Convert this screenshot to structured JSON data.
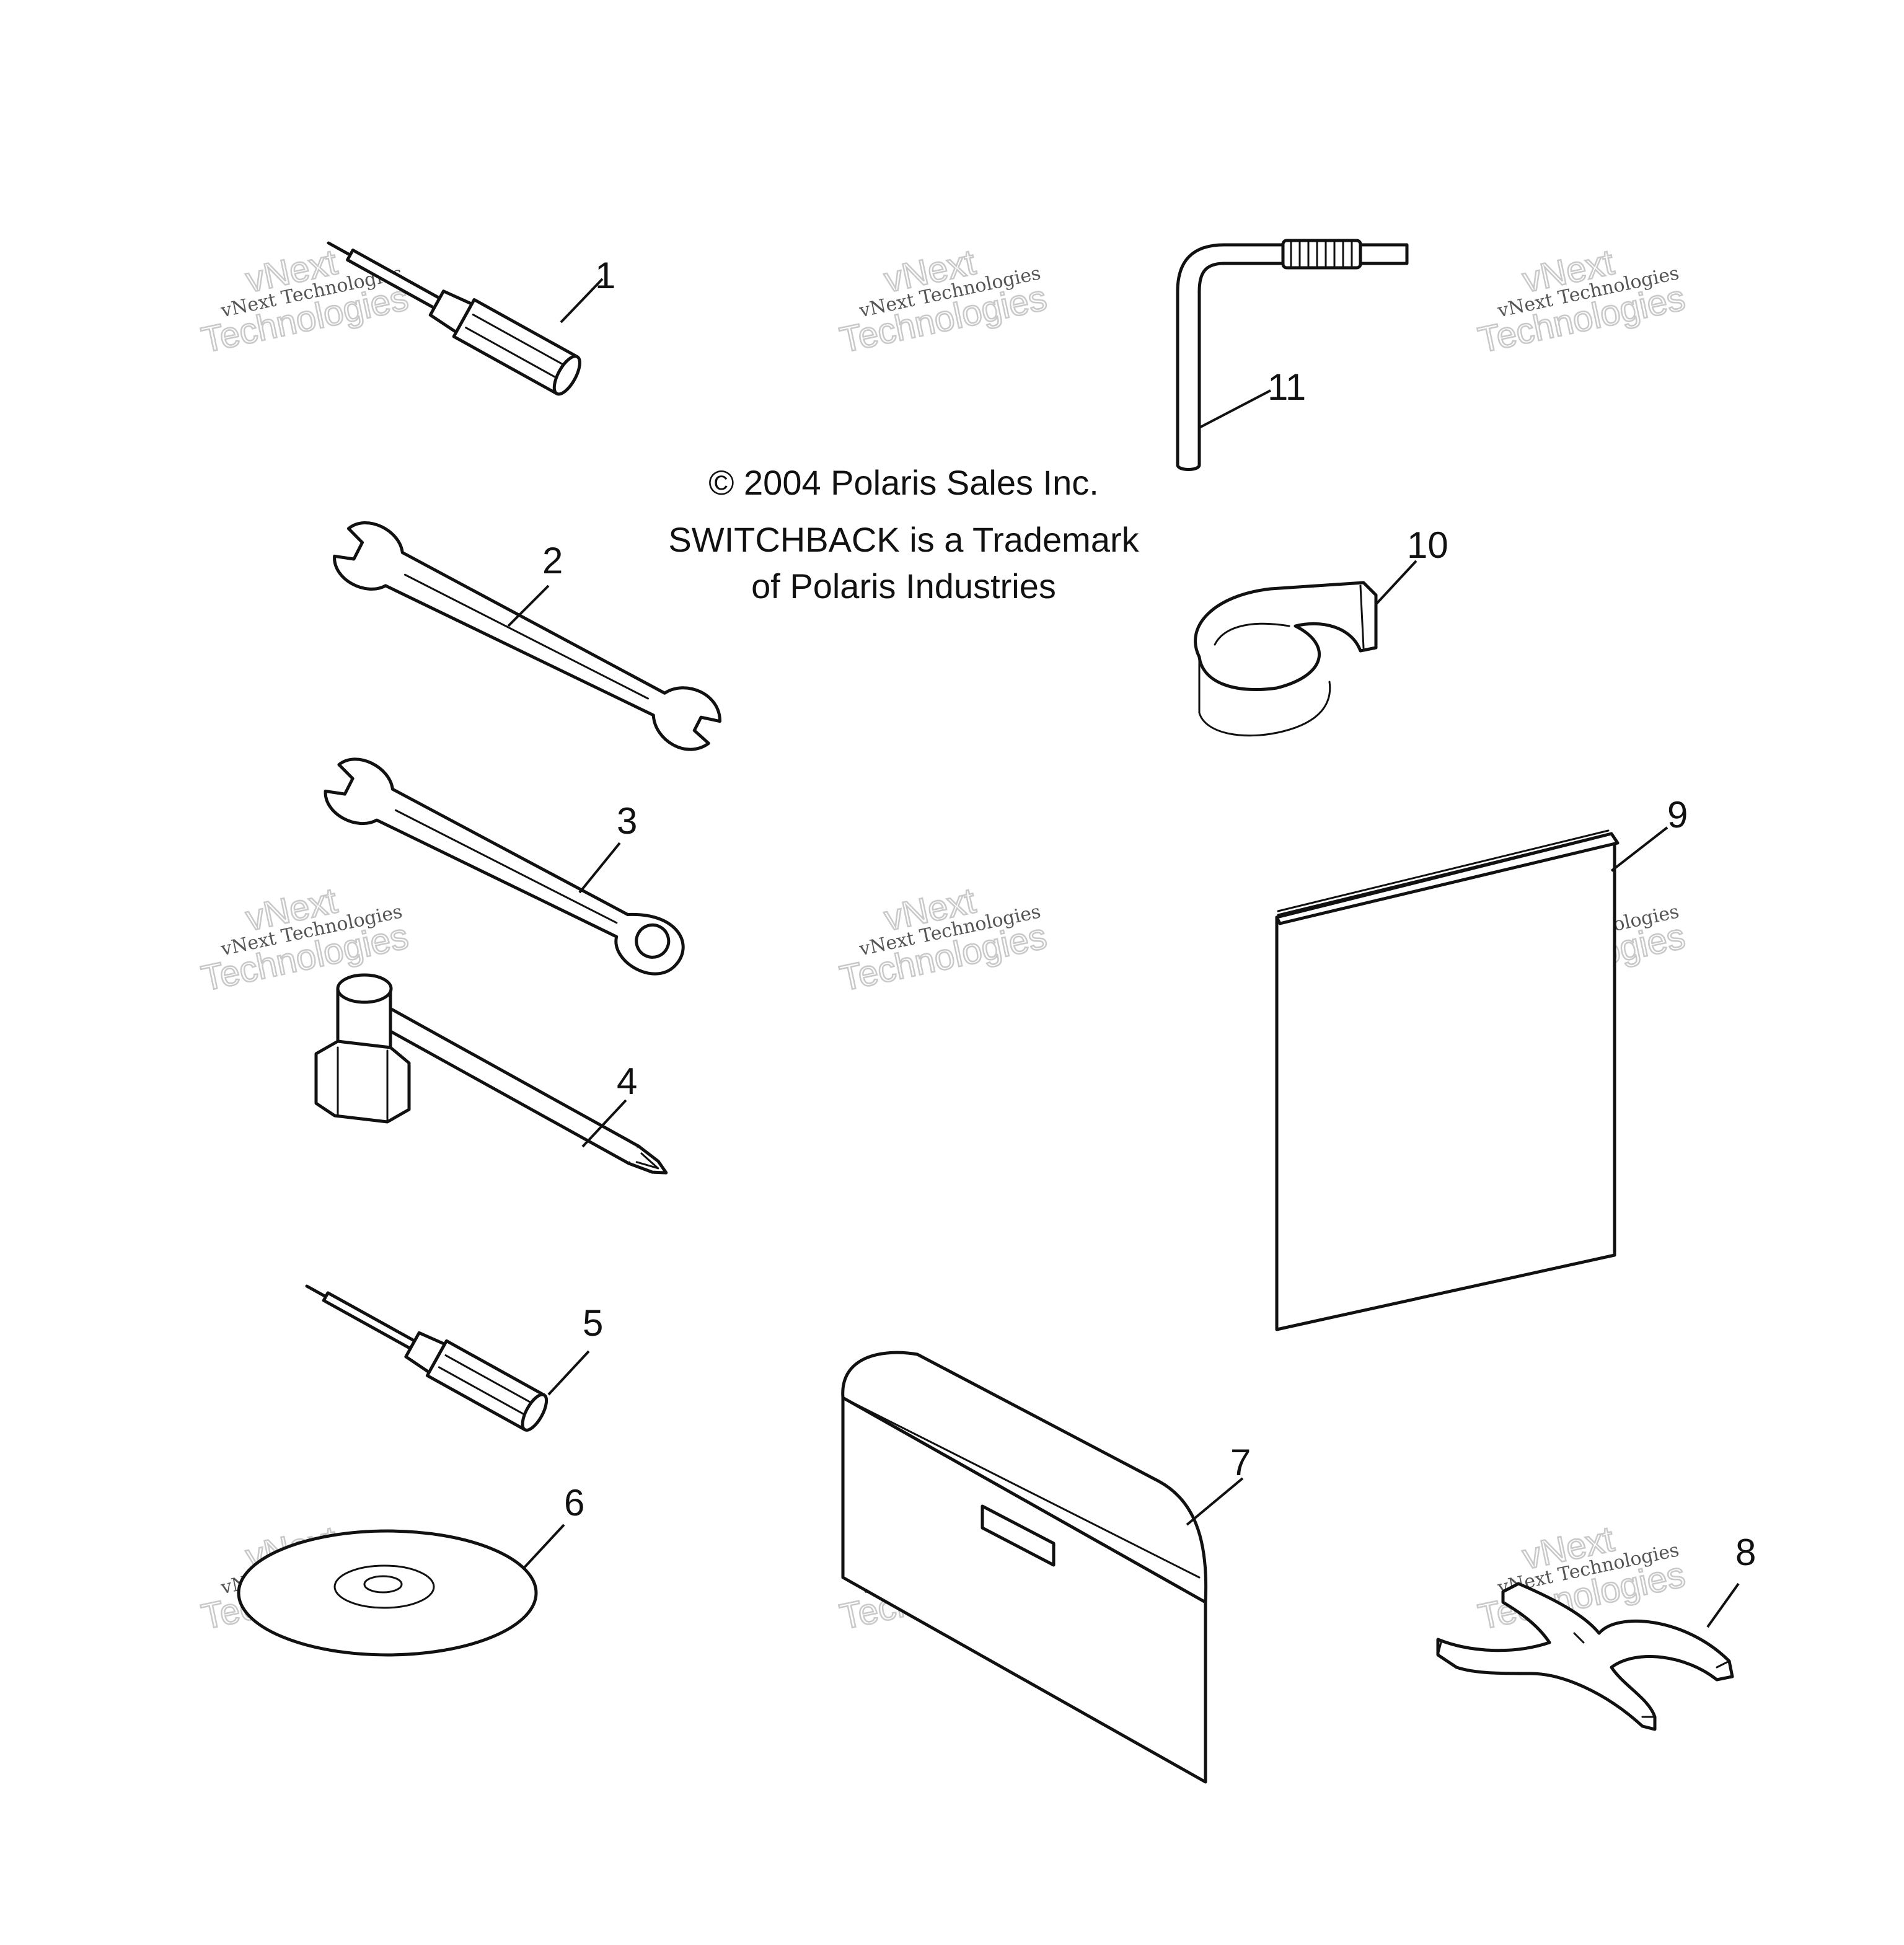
{
  "notice": {
    "copyright": "© 2004 Polaris Sales Inc.",
    "trademark_line1": "SWITCHBACK is a Trademark",
    "trademark_line2": "of Polaris Industries"
  },
  "watermark": {
    "small": "vNext Technologies",
    "large_line1": "vNext",
    "large_line2": "Technologies"
  },
  "callouts": [
    {
      "id": "1",
      "part": "screwdriver"
    },
    {
      "id": "2",
      "part": "open-end-wrench"
    },
    {
      "id": "3",
      "part": "combination-wrench"
    },
    {
      "id": "4",
      "part": "spark-plug-socket-wrench"
    },
    {
      "id": "5",
      "part": "small-screwdriver"
    },
    {
      "id": "6",
      "part": "disc"
    },
    {
      "id": "7",
      "part": "envelope"
    },
    {
      "id": "8",
      "part": "clamp-tool"
    },
    {
      "id": "9",
      "part": "manual"
    },
    {
      "id": "10",
      "part": "strap"
    },
    {
      "id": "11",
      "part": "l-wrench"
    }
  ]
}
